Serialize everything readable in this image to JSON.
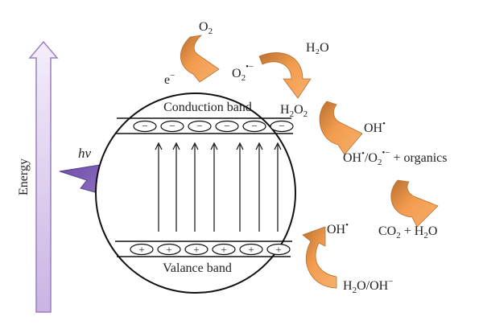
{
  "energy_label": "Energy",
  "photon_label": "hν",
  "bands": {
    "conduction": "Conduction band",
    "valance": "Valance band",
    "electron_sign": "−",
    "hole_sign": "+",
    "carrier_count": 6,
    "transition_count": 7
  },
  "species": {
    "o2": {
      "base": "O",
      "sub": "2"
    },
    "electron": {
      "base": "e",
      "sup": "−"
    },
    "superoxide": {
      "base": "O",
      "sub": "2",
      "sup": "•−"
    },
    "water_top": "H₂O",
    "h2o2": {
      "a": "H",
      "b": "2",
      "c": "O",
      "d": "2"
    },
    "oh_top": {
      "base": "OH",
      "sup": "•"
    },
    "radicals_organics": {
      "p1": "OH",
      "p2": "•",
      "p3": "/O",
      "p4": "2",
      "p5": "•−",
      "p6": " + organics"
    },
    "products": {
      "p1": "CO",
      "p2": "2",
      "p3": " + H",
      "p4": "2",
      "p5": "O"
    },
    "oh_bottom": {
      "base": "OH",
      "sup": "•"
    },
    "water_hydroxide": {
      "p1": "H",
      "p2": "2",
      "p3": "O/OH",
      "p4": "−"
    }
  },
  "colors": {
    "arrow_orange": "#F39C4F",
    "arrow_shadow": "#C4702A",
    "energy_fill": "#E6D6F2",
    "energy_stroke": "#9C7FC1",
    "lightning": "#8A6ABF"
  }
}
